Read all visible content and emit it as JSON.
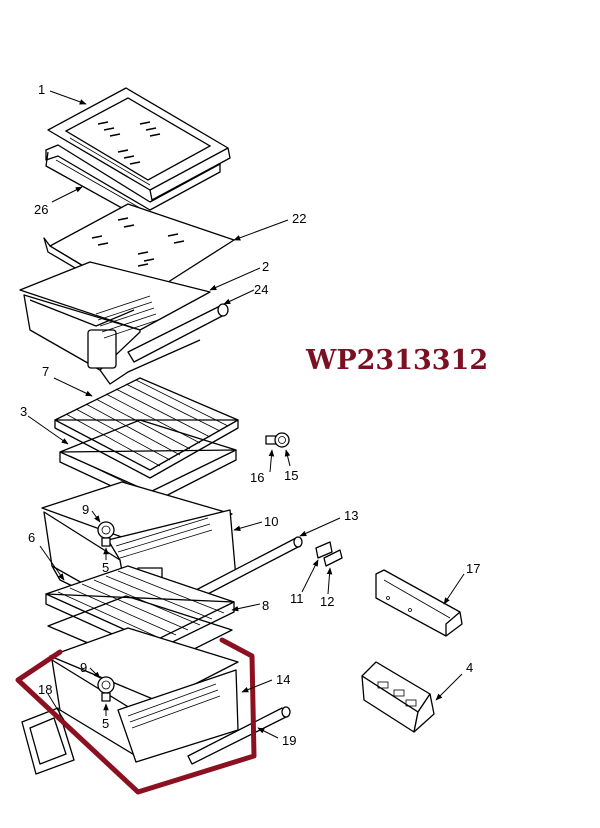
{
  "part_number": "WP2313312",
  "callouts": {
    "c1": "1",
    "c2": "2",
    "c3": "3",
    "c4": "4",
    "c5a": "5",
    "c5b": "5",
    "c6": "6",
    "c7": "7",
    "c8": "8",
    "c9a": "9",
    "c9b": "9",
    "c10": "10",
    "c11": "11",
    "c12": "12",
    "c13": "13",
    "c14": "14",
    "c15": "15",
    "c16": "16",
    "c17": "17",
    "c18": "18",
    "c19": "19",
    "c22": "22",
    "c24": "24",
    "c26": "26"
  },
  "colors": {
    "highlight": "#8b1020",
    "part_code": "#7a1022",
    "line": "#000000",
    "background": "#ffffff"
  }
}
